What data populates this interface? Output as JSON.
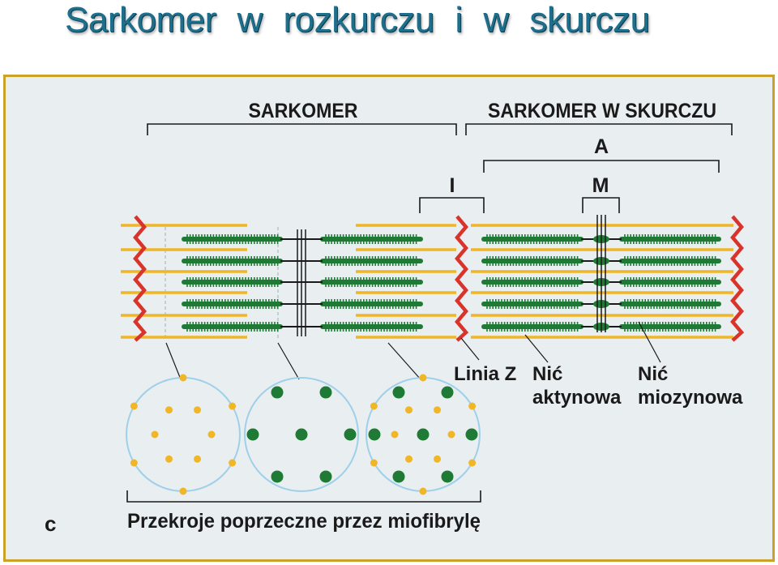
{
  "title": "Sarkomer  w  rozkurczu  i  w  skurczu",
  "labels": {
    "sarcomere": "SARKOMER",
    "sarcomere_contracted": "SARKOMER W SKURCZU",
    "band_a": "A",
    "band_i": "I",
    "line_m": "M",
    "line_z": "Linia Z",
    "actin_line1": "Nić",
    "actin_line2": "aktynowa",
    "myosin_line1": "Nić",
    "myosin_line2": "miozynowa",
    "panel_letter": "c",
    "cross_sections": "Przekroje poprzeczne przez miofibrylę"
  },
  "colors": {
    "title": "#1e6f8c",
    "frame": "#c9a227",
    "background": "#e9eef0",
    "actin": "#f0b627",
    "myosin": "#1e7a34",
    "z_line": "#d9342b",
    "m_line": "#1a1a1a",
    "circle": "#9fd0ea"
  }
}
